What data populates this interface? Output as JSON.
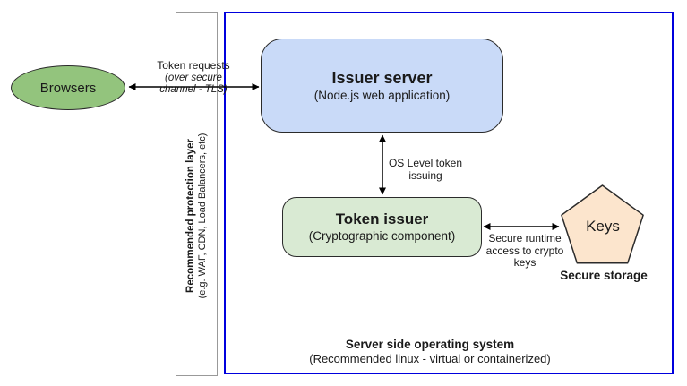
{
  "colors": {
    "browsers_fill": "#93c47d",
    "issuer_fill": "#c9daf8",
    "token_issuer_fill": "#d9ead3",
    "keys_fill": "#fce5cd",
    "os_border": "#0000dd",
    "strip_border": "#999999"
  },
  "diagram": {
    "browsers": {
      "label": "Browsers"
    },
    "token_requests_label": {
      "line1": "Token requests",
      "line2": "(over secure",
      "line3": "channel - TLS)"
    },
    "protection_layer": {
      "title": "Recommended protection layer",
      "subtitle": "(e.g. WAF, CDN, Load Balancers, etc)"
    },
    "issuer_server": {
      "title": "Issuer server",
      "subtitle": "(Node.js web application)"
    },
    "os_level_label": {
      "line1": "OS Level token",
      "line2": "issuing"
    },
    "token_issuer": {
      "title": "Token issuer",
      "subtitle": "(Cryptographic component)"
    },
    "secure_runtime_label": {
      "line1": "Secure runtime",
      "line2": "access to crypto",
      "line3": "keys"
    },
    "keys": {
      "label": "Keys",
      "caption": "Secure storage"
    },
    "operating_system": {
      "title": "Server side operating system",
      "subtitle": "(Recommended linux - virtual or containerized)"
    }
  }
}
